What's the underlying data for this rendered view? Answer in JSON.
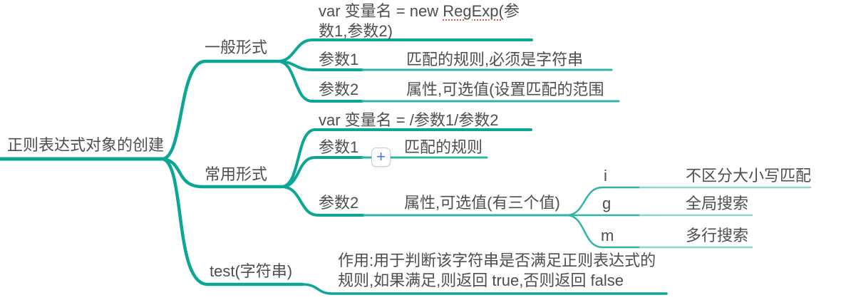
{
  "root": {
    "label": "正则表达式对象的创建"
  },
  "branches": {
    "general": {
      "label": "一般形式",
      "formula": {
        "prefix": "var 变量名 = new ",
        "highlight": "RegExp(",
        "suffix": "参数1,参数2)"
      },
      "param1": {
        "label": "参数1",
        "desc": "匹配的规则,必须是字符串"
      },
      "param2": {
        "label": "参数2",
        "desc": "属性,可选值(设置匹配的范围"
      }
    },
    "common": {
      "label": "常用形式",
      "formula": "var 变量名 = /参数1/参数2",
      "param1": {
        "label": "参数1",
        "desc": "匹配的规则"
      },
      "param2": {
        "label": "参数2",
        "desc": "属性,可选值(有三个值)",
        "options": [
          {
            "flag": "i",
            "desc": "不区分大小写匹配"
          },
          {
            "flag": "g",
            "desc": "全局搜索"
          },
          {
            "flag": "m",
            "desc": "多行搜索"
          }
        ]
      }
    },
    "test": {
      "label": "test(字符串)",
      "desc": "作用:用于判断该字符串是否满足正则表达式的规则,如果满足,则返回 true,否则返回 false"
    }
  },
  "controls": {
    "add_button_glyph": "+"
  },
  "colors": {
    "branch_primary": "#0ca695",
    "branch_secondary": "#2fb5a4",
    "branch_light": "#8fd7cc",
    "text": "#4e4e4e",
    "add_button_blue": "#3b7ce0",
    "spellcheck_red": "#e0564a"
  }
}
